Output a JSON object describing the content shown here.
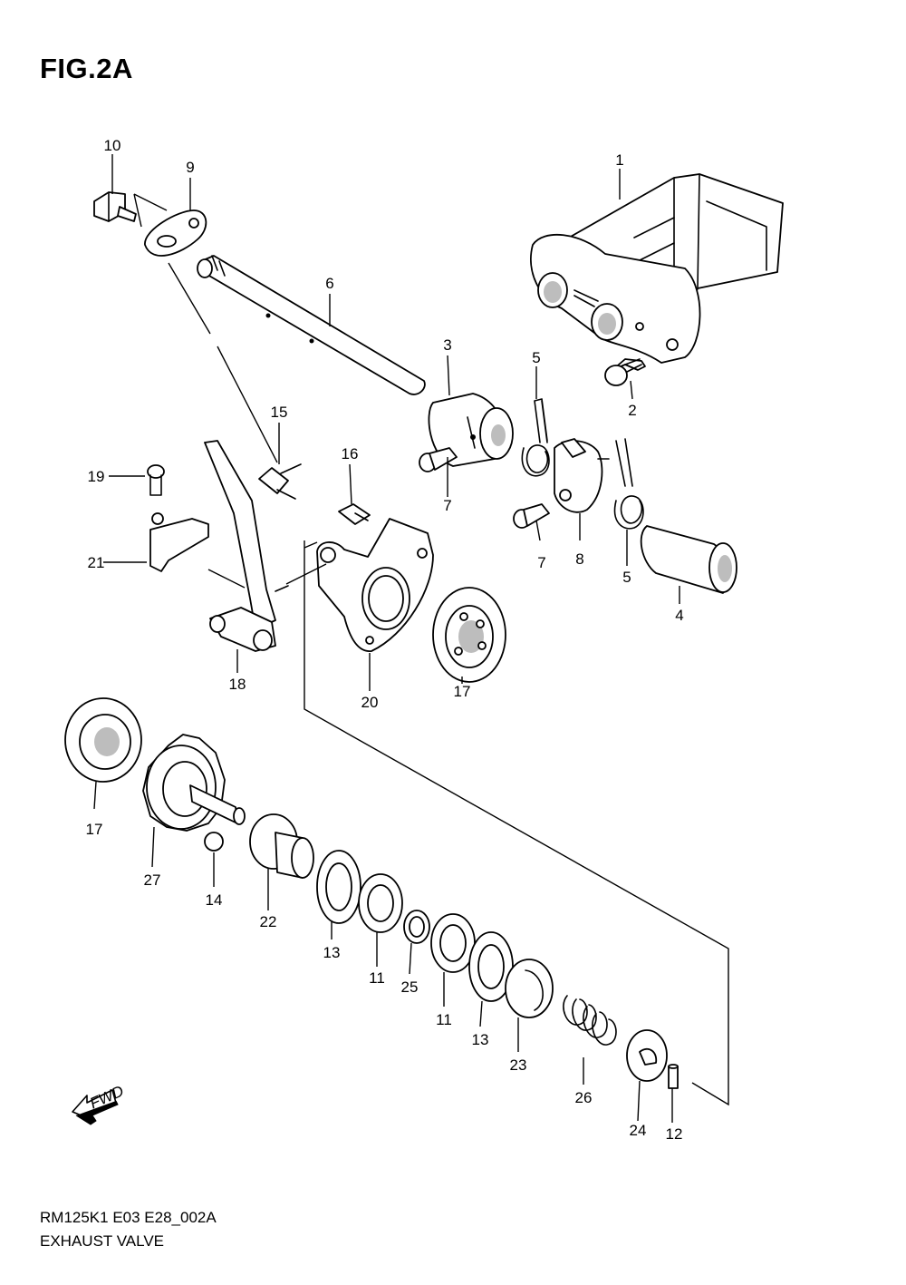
{
  "figure": {
    "title": "FIG.2A"
  },
  "footer": {
    "code": "RM125K1 E03 E28_002A",
    "caption": "EXHAUST VALVE"
  },
  "fwd_label": "FWD",
  "callouts": [
    "1",
    "2",
    "3",
    "4",
    "5",
    "5",
    "6",
    "7",
    "7",
    "8",
    "9",
    "10",
    "11",
    "11",
    "12",
    "13",
    "13",
    "14",
    "15",
    "16",
    "17",
    "17",
    "18",
    "19",
    "20",
    "21",
    "22",
    "23",
    "24",
    "25",
    "26",
    "27"
  ]
}
